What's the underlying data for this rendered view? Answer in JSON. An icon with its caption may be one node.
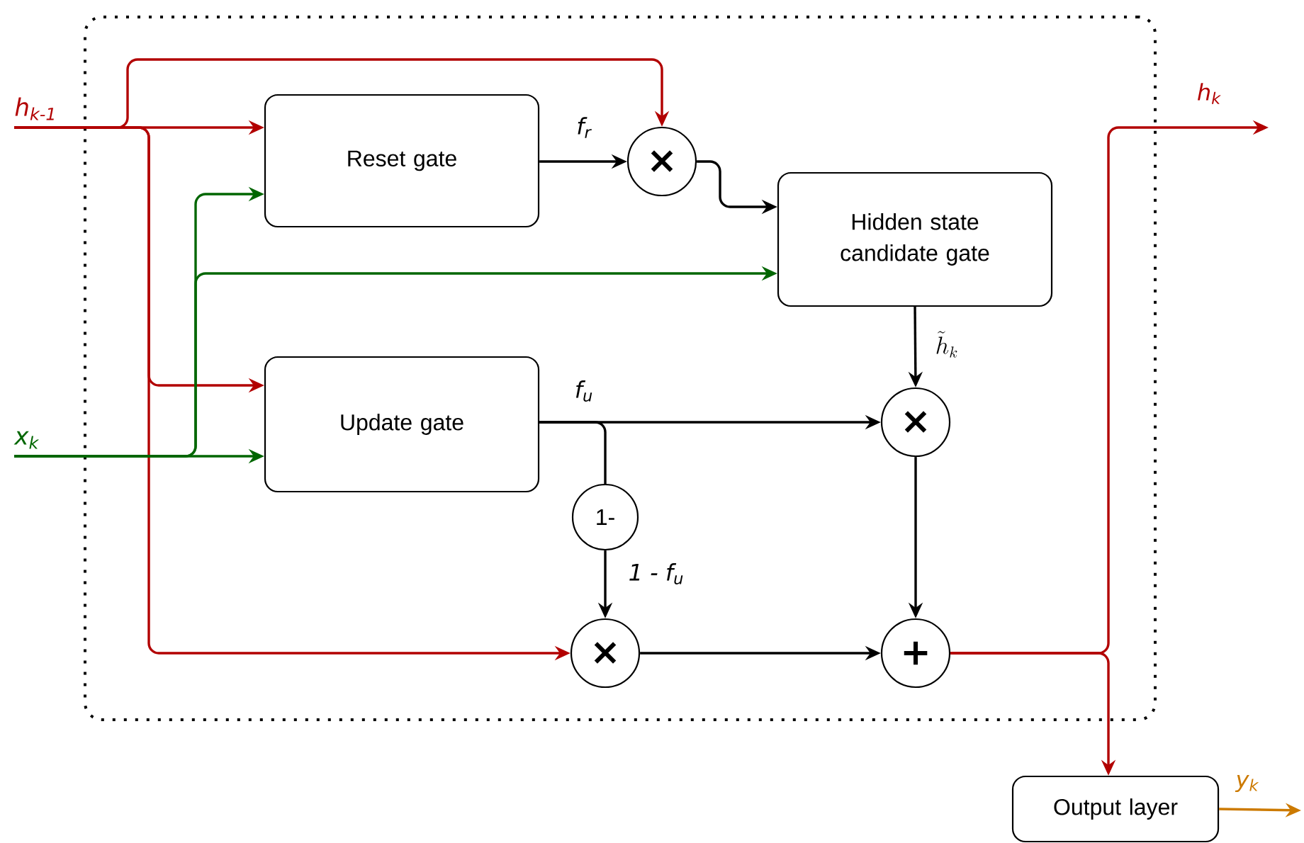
{
  "diagram": {
    "nodes": [
      {
        "text": [
          "h$_{k-1}$"
        ]
      },
      {
        "text": [],
        "shape": "box"
      },
      {
        "text": [
          "Reset gate"
        ],
        "in": 1
      },
      {
        "text": [
          "×"
        ],
        "in": 1
      },
      {
        "text": [
          "Hidden state candidate gate"
        ],
        "in": 1
      },
      {
        "text": [
          "Update gate"
        ],
        "in": 1
      },
      {
        "text": [
          "×"
        ],
        "in": 1
      },
      {
        "text": [
          "1-"
        ],
        "in": 1
      },
      {
        "text": [
          "×"
        ],
        "in": 1
      },
      {
        "text": [
          "+"
        ],
        "in": 1
      },
      {
        "text": [
          "x$_{k}$"
        ]
      },
      {
        "text": [
          "Output layer"
        ]
      }
    ],
    "edges": [
      {
        "from": 0,
        "to": 2,
        "arrow": "to",
        "color": "#b20000"
      },
      {
        "from": 0,
        "to": 3,
        "arrow": "to",
        "color": "#b20000"
      },
      {
        "from": 0,
        "to": 5,
        "arrow": "to",
        "color": "#b20000"
      },
      {
        "from": 0,
        "to": 8,
        "arrow": "to",
        "color": "#b20000"
      },
      {
        "from": 10,
        "to": 2,
        "arrow": "to",
        "color": "#006600"
      },
      {
        "from": 10,
        "to": 4,
        "arrow": "to",
        "color": "#006600"
      },
      {
        "from": 10,
        "to": 5,
        "arrow": "to",
        "color": "#006600"
      },
      {
        "from": 2,
        "to": 3,
        "arrow": "to",
        "label": "f$_{r}$"
      },
      {
        "from": 3,
        "to": 4,
        "arrow": "to"
      },
      {
        "from": 4,
        "to": 6,
        "arrow": "to",
        "label": "\\tilde{h}_k"
      },
      {
        "from": 5,
        "to": 6,
        "arrow": "to",
        "label": "f$_{u}$"
      },
      {
        "from": 5,
        "to": 7,
        "arrow": "none"
      },
      {
        "from": 7,
        "to": 8,
        "arrow": "to",
        "label": "1 - f$_{u}$"
      },
      {
        "from": 6,
        "to": 9,
        "arrow": "to"
      },
      {
        "from": 8,
        "to": 9,
        "arrow": "to"
      },
      {
        "from": 9,
        "to": 11,
        "arrow": "to",
        "color": "#b20000"
      },
      {
        "from": 9,
        "to": null,
        "arrow": "to",
        "label": "h$_{k}$",
        "color": "#b20000"
      },
      {
        "from": 11,
        "to": null,
        "arrow": "to",
        "label": "y$_{k}$",
        "color": "#cc7a00"
      }
    ]
  }
}
